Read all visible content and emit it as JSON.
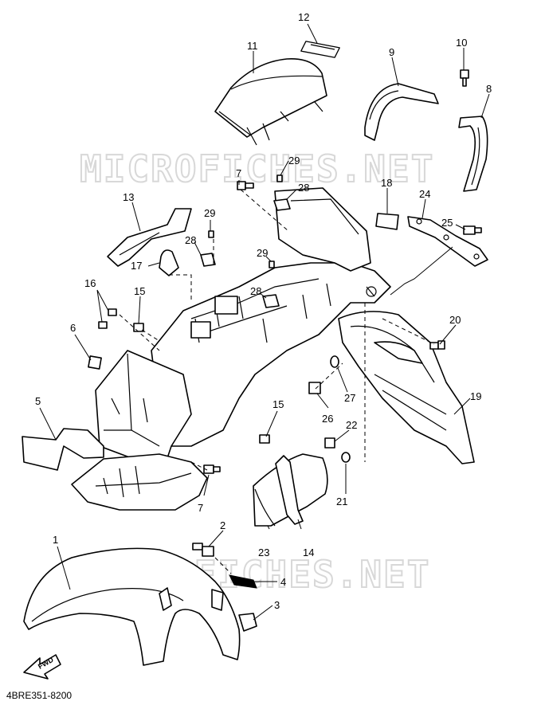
{
  "watermark": "MICROFICHES.NET",
  "diagram_code": "4BRE351-8200",
  "fwd_label": "FWD",
  "callouts": {
    "c1": "1",
    "c2": "2",
    "c3": "3",
    "c4": "4",
    "c5": "5",
    "c6": "6",
    "c7a": "7",
    "c7b": "7",
    "c8": "8",
    "c9": "9",
    "c10": "10",
    "c11": "11",
    "c12": "12",
    "c13": "13",
    "c14": "14",
    "c15a": "15",
    "c15b": "15",
    "c16": "16",
    "c17": "17",
    "c18": "18",
    "c19": "19",
    "c20": "20",
    "c21": "21",
    "c22": "22",
    "c23": "23",
    "c24": "24",
    "c25": "25",
    "c26": "26",
    "c27": "27",
    "c28a": "28",
    "c28b": "28",
    "c28c": "28",
    "c29a": "29",
    "c29b": "29",
    "c29c": "29"
  }
}
